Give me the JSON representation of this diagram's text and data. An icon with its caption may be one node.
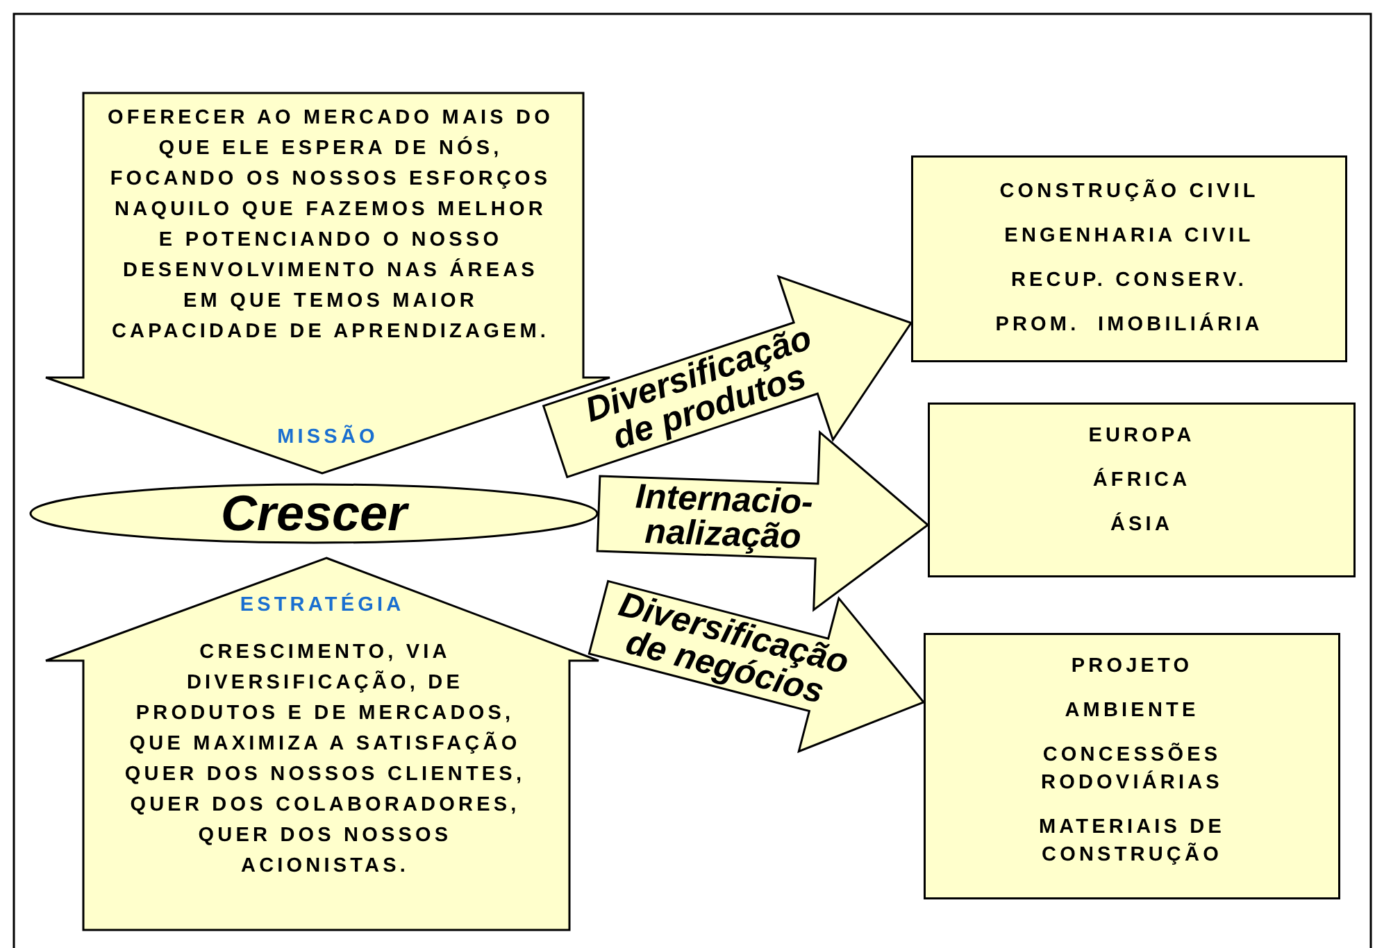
{
  "diagram": {
    "nodes": [
      {
        "text": [
          "OFERECER AO MERCADO MAIS DO QUE ELE ESPERA DE NÓS, FOCANDO OS NOSSOS ESFORÇOS NAQUILO QUE FAZEMOS MELHOR E POTENCIANDO O NOSSO DESENVOLVIMENTO NAS ÁREAS EM QUE TEMOS MAIOR CAPACIDADE DE APRENDIZAGEM.",
          "MISSÃO"
        ]
      },
      {
        "text": [
          "Crescer"
        ]
      },
      {
        "text": [
          "ESTRATÉGIA",
          "CRESCIMENTO, VIA DIVERSIFICAÇÃO, DE PRODUTOS E DE MERCADOS, QUE MAXIMIZA A SATISFAÇÃO QUER DOS NOSSOS CLIENTES, QUER DOS COLABORADORES, QUER DOS NOSSOS ACIONISTAS."
        ]
      },
      {
        "text": [
          "CONSTRUÇÃO CIVIL",
          "ENGENHARIA CIVIL",
          "RECUP. CONSERV.",
          "PROM.  IMOBILIÁRIA"
        ]
      },
      {
        "text": [
          "EUROPA",
          "ÁFRICA",
          "ÁSIA"
        ]
      },
      {
        "text": [
          "PROJETO",
          "AMBIENTE",
          "CONCESSÕES RODOVIÁRIAS",
          "MATERIAIS DE CONSTRUÇÃO"
        ]
      }
    ],
    "edges": [
      {
        "from": 1,
        "to": 3,
        "arrow": "to",
        "style": "thick",
        "label": "Diversificação de produtos"
      },
      {
        "from": 1,
        "to": 4,
        "arrow": "to",
        "style": "thick",
        "label": "Internacio- nalização"
      },
      {
        "from": 1,
        "to": 5,
        "arrow": "to",
        "style": "thick",
        "label": "Diversificação de negócios"
      }
    ]
  }
}
